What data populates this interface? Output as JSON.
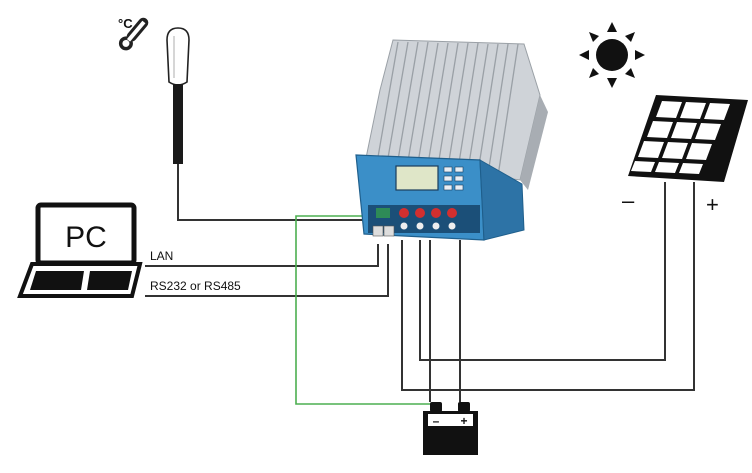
{
  "labels": {
    "temp_unit": "°C",
    "pc": "PC",
    "lan": "LAN",
    "serial": "RS232 or RS485",
    "solar_minus": "–",
    "solar_plus": "+",
    "battery_minus": "–",
    "battery_plus": "+"
  },
  "colors": {
    "wire": "#333333",
    "sensor_wire": "#4caf50",
    "controller_blue": "#3b8fc8",
    "heatsink": "#cfd3d8"
  },
  "icons": [
    "thermometer-icon",
    "sun-icon",
    "solar-panel-icon",
    "laptop-icon",
    "battery-icon",
    "temperature-sensor-probe"
  ]
}
